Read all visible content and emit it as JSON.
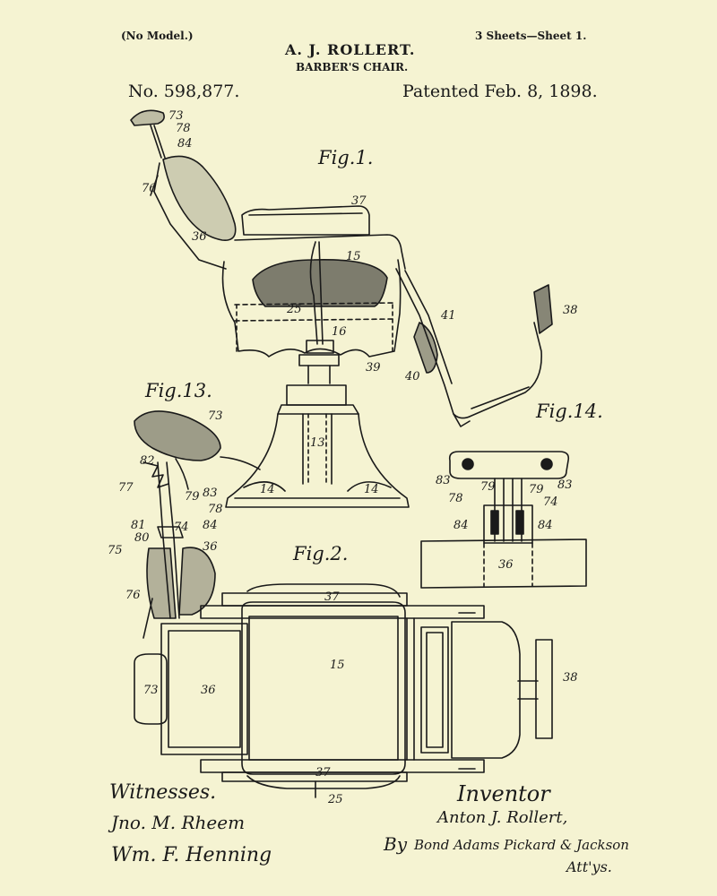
{
  "header": {
    "model_note": "(No Model.)",
    "inventor_name": "A. J. ROLLERT.",
    "title": "BARBER'S CHAIR.",
    "sheets": "3 Sheets—Sheet 1.",
    "patent_number": "No. 598,877.",
    "patent_date": "Patented Feb. 8, 1898."
  },
  "figures": {
    "fig1": "Fig.1.",
    "fig2": "Fig.2.",
    "fig13": "Fig.13.",
    "fig14": "Fig.14."
  },
  "callouts": {
    "n73a": "73",
    "n78a": "78",
    "n84a": "84",
    "n76a": "76",
    "n36a": "36",
    "n37a": "37",
    "n15a": "15",
    "n25a": "25",
    "n16a": "16",
    "n39": "39",
    "n40": "40",
    "n41": "41",
    "n38a": "38",
    "n13": "13",
    "n14a": "14",
    "n14b": "14",
    "n73b": "73",
    "n82": "82",
    "n77": "77",
    "n79a": "79",
    "n83a": "83",
    "n78b": "78",
    "n81": "81",
    "n80": "80",
    "n74a": "74",
    "n84b": "84",
    "n75": "75",
    "n36b": "36",
    "n76b": "76",
    "n83b": "83",
    "n78c": "78",
    "n79b": "79",
    "n79c": "79",
    "n83c": "83",
    "n74b": "74",
    "n84c": "84",
    "n84d": "84",
    "n36c": "36",
    "n37b": "37",
    "n15b": "15",
    "n73c": "73",
    "n36d": "36",
    "n38b": "38",
    "n37c": "37",
    "n25b": "25"
  },
  "footer": {
    "witnesses_label": "Witnesses.",
    "witness_1": "Jno. M. Rheem",
    "witness_2": "Wm. F. Henning",
    "inventor_label": "Inventor",
    "inventor_signature": "Anton J. Rollert,",
    "by_label": "By",
    "attorneys_signature": "Bond Adams Pickard & Jackson",
    "attys_label": "Att'ys."
  },
  "colors": {
    "paper": "#f5f3d2",
    "ink": "#1a1a1a"
  }
}
